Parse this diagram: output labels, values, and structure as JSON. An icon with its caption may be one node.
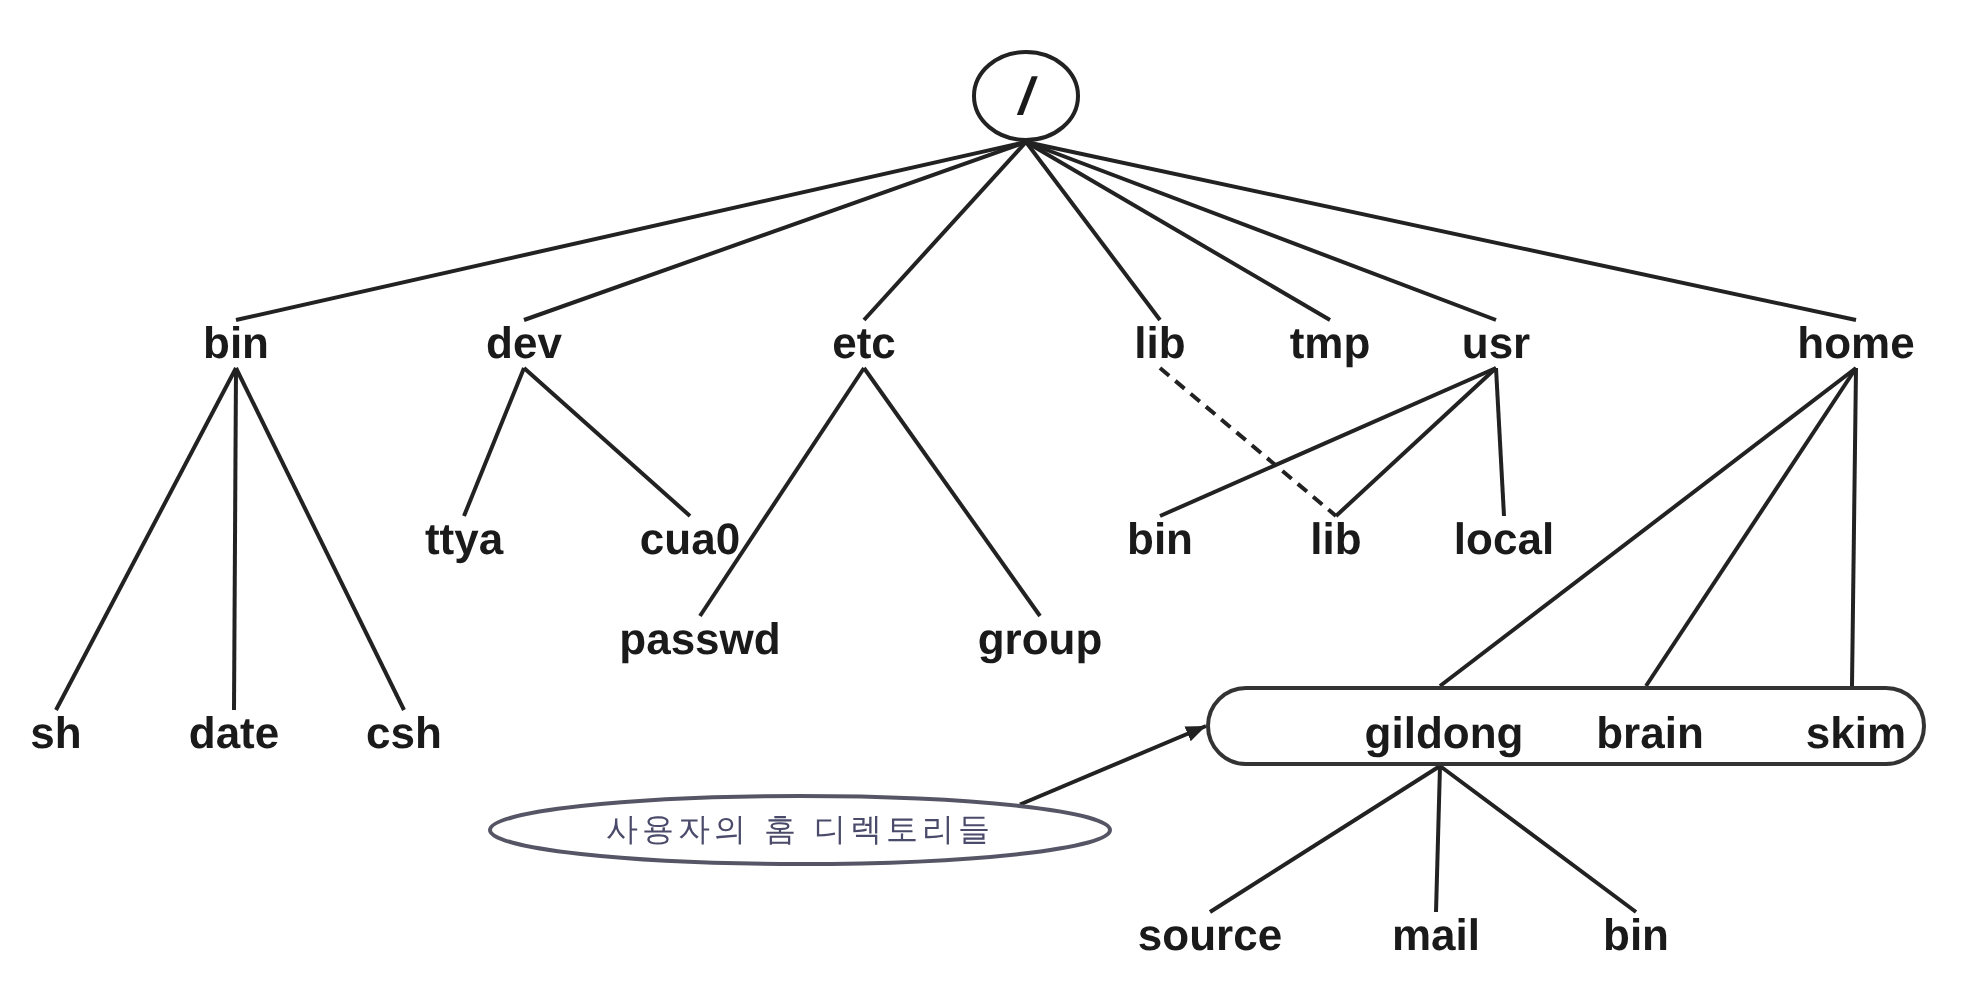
{
  "diagram": {
    "nodes": [
      {
        "text": [
          "/"
        ]
      },
      {
        "text": [
          "bin"
        ]
      },
      {
        "text": [
          "dev"
        ]
      },
      {
        "text": [
          "etc"
        ]
      },
      {
        "text": [
          "lib"
        ]
      },
      {
        "text": [
          "tmp"
        ]
      },
      {
        "text": [
          "usr"
        ]
      },
      {
        "text": [
          "home"
        ]
      },
      {
        "text": [
          "ttya"
        ]
      },
      {
        "text": [
          "cua0"
        ]
      },
      {
        "text": [
          "bin"
        ]
      },
      {
        "text": [
          "lib"
        ]
      },
      {
        "text": [
          "local"
        ]
      },
      {
        "text": [
          "passwd"
        ]
      },
      {
        "text": [
          "group"
        ]
      },
      {
        "text": [
          "sh"
        ]
      },
      {
        "text": [
          "date"
        ]
      },
      {
        "text": [
          "csh"
        ]
      },
      {
        "text": [],
        "shape": "box"
      },
      {
        "text": [
          "gildong"
        ],
        "in": 18
      },
      {
        "text": [
          "brain"
        ],
        "in": 18
      },
      {
        "text": [
          "skim"
        ],
        "in": 18
      },
      {
        "text": [
          "사용자의 홈 디렉토리들"
        ]
      },
      {
        "text": [
          "source"
        ]
      },
      {
        "text": [
          "mail"
        ]
      },
      {
        "text": [
          "bin"
        ]
      }
    ],
    "edges": [
      {
        "from": 0,
        "to": 1,
        "arrow": "none"
      },
      {
        "from": 0,
        "to": 2,
        "arrow": "none"
      },
      {
        "from": 0,
        "to": 3,
        "arrow": "none"
      },
      {
        "from": 0,
        "to": 4,
        "arrow": "none"
      },
      {
        "from": 0,
        "to": 5,
        "arrow": "none"
      },
      {
        "from": 0,
        "to": 6,
        "arrow": "none"
      },
      {
        "from": 0,
        "to": 7,
        "arrow": "none"
      },
      {
        "from": 1,
        "to": 15,
        "arrow": "none"
      },
      {
        "from": 1,
        "to": 16,
        "arrow": "none"
      },
      {
        "from": 1,
        "to": 17,
        "arrow": "none"
      },
      {
        "from": 2,
        "to": 8,
        "arrow": "none"
      },
      {
        "from": 2,
        "to": 9,
        "arrow": "none"
      },
      {
        "from": 3,
        "to": 13,
        "arrow": "none"
      },
      {
        "from": 3,
        "to": 14,
        "arrow": "none"
      },
      {
        "from": 4,
        "to": 11,
        "arrow": "none",
        "style": "dashed"
      },
      {
        "from": 6,
        "to": 10,
        "arrow": "none"
      },
      {
        "from": 6,
        "to": 11,
        "arrow": "none"
      },
      {
        "from": 6,
        "to": 12,
        "arrow": "none"
      },
      {
        "from": 7,
        "to": 19,
        "arrow": "none"
      },
      {
        "from": 7,
        "to": 20,
        "arrow": "none"
      },
      {
        "from": 7,
        "to": 21,
        "arrow": "none"
      },
      {
        "from": 22,
        "to": 18,
        "arrow": "to"
      },
      {
        "from": 19,
        "to": 23,
        "arrow": "none"
      },
      {
        "from": 19,
        "to": 24,
        "arrow": "none"
      },
      {
        "from": 19,
        "to": 25,
        "arrow": "none"
      }
    ]
  }
}
